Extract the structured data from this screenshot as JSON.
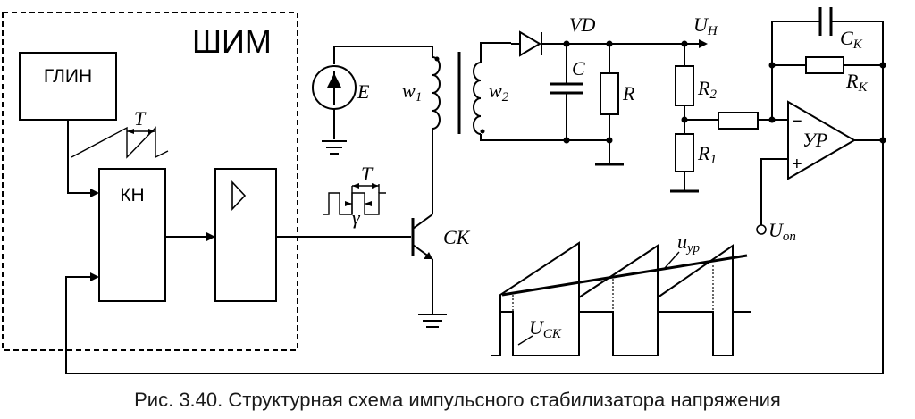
{
  "pwm_block": {
    "title": "ШИМ"
  },
  "blocks": {
    "generator": "ГЛИН",
    "comparator": "КН"
  },
  "labels": {
    "period_ramp": "T",
    "period_pulse": "T",
    "gamma": "γ",
    "source": "E",
    "w1_main": "w",
    "w1_sub": "1",
    "w2_main": "w",
    "w2_sub": "2",
    "diode": "VD",
    "capacitor": "C",
    "load": "R",
    "u_out_main": "U",
    "u_out_sub": "Н",
    "r2_main": "R",
    "r2_sub": "2",
    "r1_main": "R",
    "r1_sub": "1",
    "ck_main": "C",
    "ck_sub": "K",
    "rk_main": "R",
    "rk_sub": "K",
    "amp": "УР",
    "minus": "−",
    "plus": "+",
    "uop_main": "U",
    "uop_sub": "оп",
    "switch": "СК",
    "u_ur_main": "u",
    "u_ur_sub": "ур",
    "u_ck_main": "U",
    "u_ck_sub": "СК"
  },
  "caption": "Рис. 3.40. Структурная схема импульсного стабилизатора напряжения"
}
